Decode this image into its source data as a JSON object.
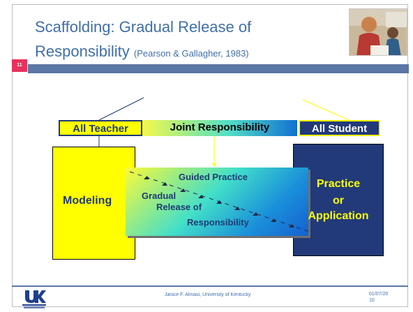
{
  "slide": {
    "title_line1": "Scaffolding: Gradual Release of",
    "title_line2": "Responsibility",
    "citation": "(Pearson & Gallagher, 1983)",
    "page_number": "11"
  },
  "diagram": {
    "headers": {
      "teacher": "All Teacher",
      "joint": "Joint Responsibility",
      "student": "All Student"
    },
    "modeling_label": "Modeling",
    "guided_label": "Guided Practice",
    "gradual_lines": [
      "Gradual",
      "Release of",
      "Responsibility"
    ],
    "practice_lines": [
      "Practice",
      "or",
      "Application"
    ]
  },
  "footer": {
    "author": "Janice F. Almasi, University of Kentucky",
    "date_line1": "01/07/20",
    "date_line2": "10"
  },
  "colors": {
    "title": "#3f6fa8",
    "accent_bar": "#5b77a5",
    "badge": "#e8315d",
    "teacher_yellow": "#ffff00",
    "student_navy": "#223a7a"
  },
  "icons": {
    "photo": "classroom-photo",
    "logo": "uk-logo"
  }
}
